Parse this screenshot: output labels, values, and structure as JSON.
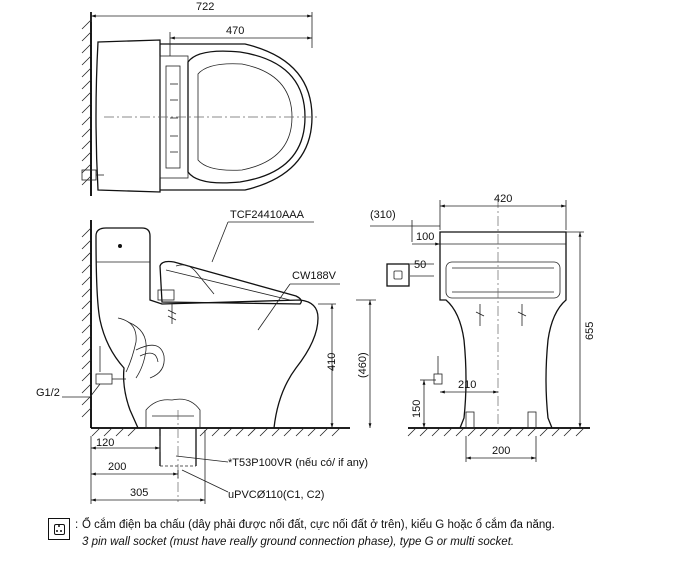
{
  "dimensions": {
    "top_total_width": "722",
    "top_seat_width": "470",
    "rear_width": "420",
    "rear_top_offset": "(310)",
    "rear_offset_100": "100",
    "socket_size": "50",
    "rear_height": "655",
    "side_height_460": "(460)",
    "side_height_410": "410",
    "rear_half_base": "210",
    "inlet_height": "150",
    "base_width": "200",
    "wall_to_pipe_120": "120",
    "wall_to_200": "200",
    "wall_to_305": "305"
  },
  "labels": {
    "seat_model": "TCF24410AAA",
    "bowl_model": "CW188V",
    "supply_valve": "G1/2",
    "flange_note": "*T53P100VR (nếu có/ if any)",
    "drain_pipe": "uPVCØ110(C1, C2)"
  },
  "legend": {
    "colon": ":",
    "vietnamese": "Ổ cắm điện ba chấu (dây phải được nối đất, cực nối đất ở trên), kiểu G hoặc ổ cắm đa năng.",
    "english": "3 pin wall socket (must have really ground connection phase), type G or multi socket."
  }
}
